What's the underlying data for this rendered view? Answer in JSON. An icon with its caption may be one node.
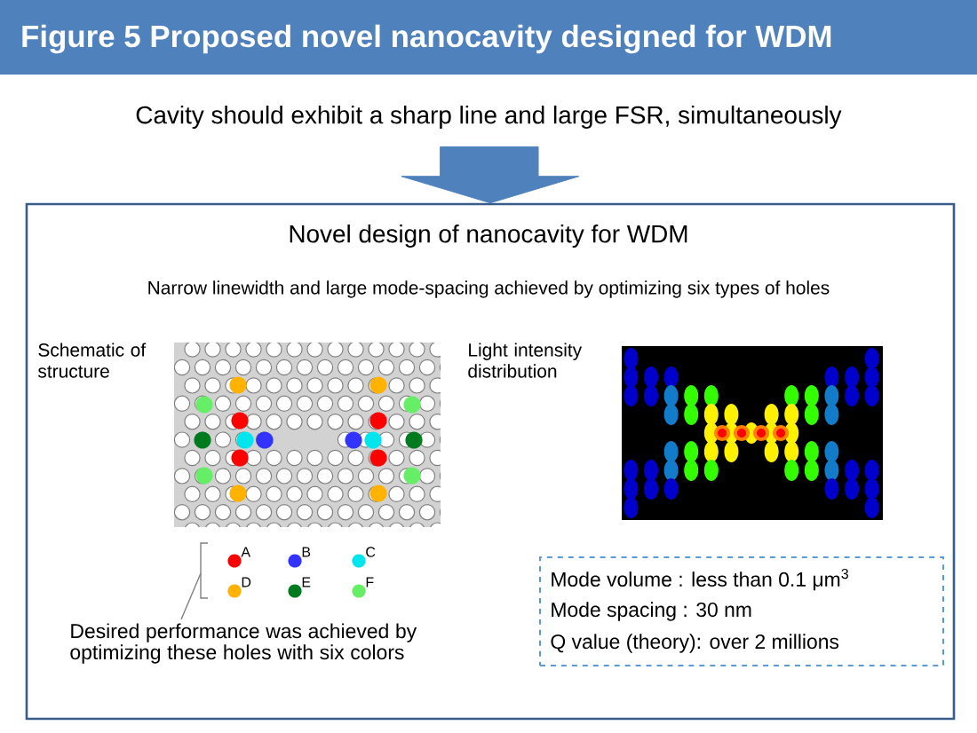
{
  "diagram": {
    "title": "Figure 5   Proposed novel nanocavity designed for WDM",
    "nodes": [
      {
        "text": [
          "Cavity should exhibit a sharp line and large FSR, simultaneously"
        ]
      },
      {
        "text": [
          "Novel design of nanocavity for WDM",
          "Narrow linewidth and large mode-spacing achieved by optimizing six types of holes"
        ]
      },
      {
        "text": [
          "Mode volume :  less than 0.1 μm$^{3}$",
          "Mode spacing :   30 nm",
          "Q value (theory):  over 2 millions"
        ],
        "in": 1
      },
      {
        "text": [
          "Desired performance was achieved by optimizing these holes with six colors"
        ],
        "in": 1
      }
    ],
    "edges": [
      {
        "from": 0,
        "to": 1,
        "arrow": "to",
        "style": "thick"
      },
      {
        "from": 3,
        "to": null,
        "arrow": "none"
      }
    ],
    "labels": [
      "Schematic of structure",
      "Light intensity distribution"
    ],
    "legend": [
      {
        "text": "A",
        "color": "#ff0000"
      },
      {
        "text": "B",
        "color": "#3333ff"
      },
      {
        "text": "C",
        "color": "#00e5ee"
      },
      {
        "text": "D",
        "color": "#ffb300"
      },
      {
        "text": "E",
        "color": "#007a1f"
      },
      {
        "text": "F",
        "color": "#66ee66"
      }
    ]
  }
}
